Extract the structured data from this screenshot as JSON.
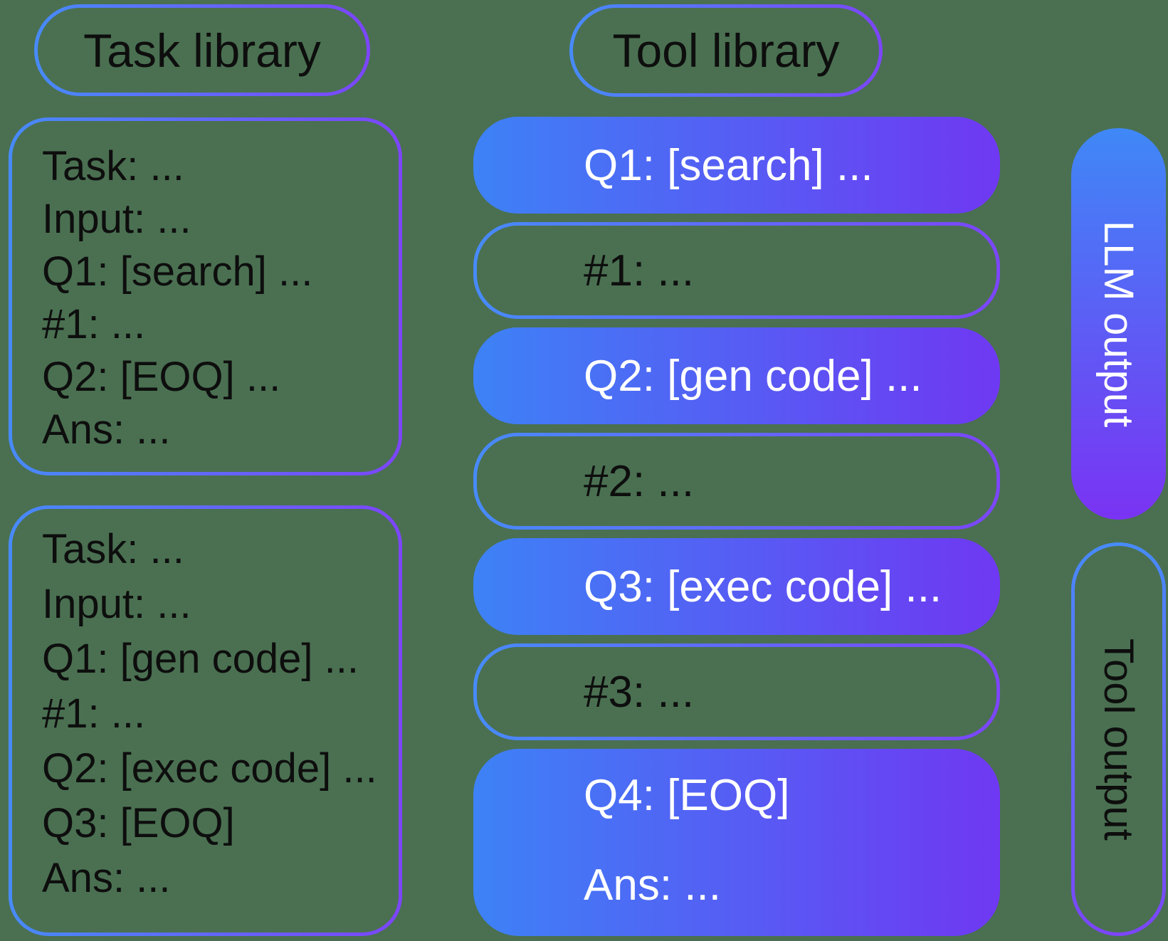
{
  "colors": {
    "background": "#4A7051",
    "fill_gradient_blue": "#3D82F6",
    "fill_gradient_purple": "#6F38F2",
    "pill_gradient_blue": "#3F88F7",
    "pill_gradient_purple": "#7A33F3",
    "border_gradient_blue": "#478BF9",
    "border_gradient_purple": "#7C45F9",
    "text_dark": "#0E0E0E",
    "text_light": "#FFFFFF"
  },
  "task_library": {
    "title": "Task library",
    "examples": [
      {
        "lines": [
          "Task: ...",
          "Input: ...",
          "Q1: [search] ...",
          "#1: ...",
          "Q2: [EOQ] ...",
          "Ans: ..."
        ]
      },
      {
        "lines": [
          "Task: ...",
          "Input: ...",
          "Q1: [gen code] ...",
          "#1: ...",
          "Q2: [exec code] ...",
          "Q3: [EOQ]",
          "Ans: ..."
        ]
      }
    ]
  },
  "tool_library": {
    "title": "Tool library",
    "steps": [
      {
        "label": "Q1: [search] ...",
        "source": "llm"
      },
      {
        "label": "#1: ...",
        "source": "tool"
      },
      {
        "label": "Q2: [gen code] ...",
        "source": "llm"
      },
      {
        "label": "#2: ...",
        "source": "tool"
      },
      {
        "label": "Q3: [exec code] ...",
        "source": "llm"
      },
      {
        "label": "#3: ...",
        "source": "tool"
      },
      {
        "label": "Q4: [EOQ]",
        "label2": "Ans: ...",
        "source": "llm"
      }
    ]
  },
  "legend": {
    "llm_output": "LLM output",
    "tool_output": "Tool output"
  }
}
